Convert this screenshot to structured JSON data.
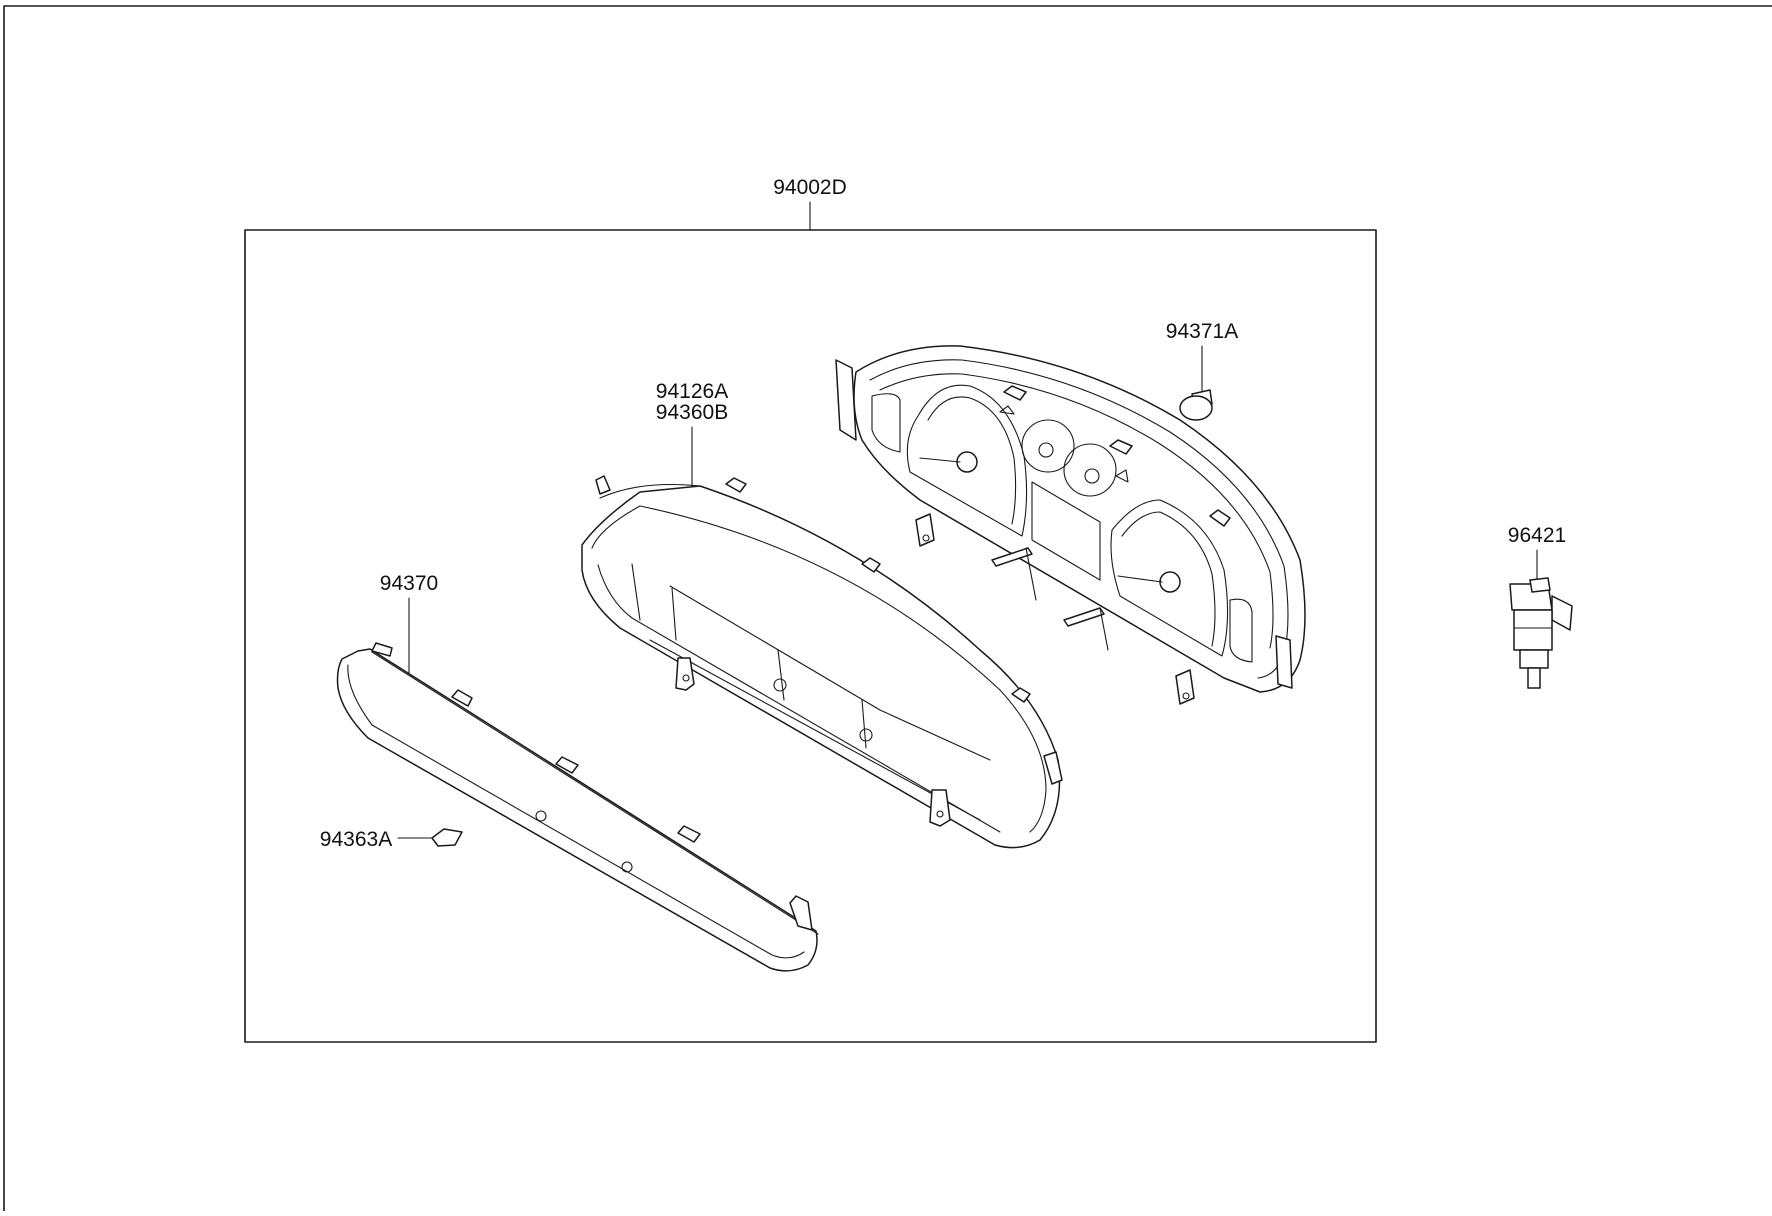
{
  "diagram": {
    "callouts": {
      "assembly": "94002D",
      "bulb": "94371A",
      "glass_1": "94126A",
      "glass_2": "94360B",
      "lens": "94370",
      "clip": "94363A",
      "sensor": "96421"
    }
  }
}
